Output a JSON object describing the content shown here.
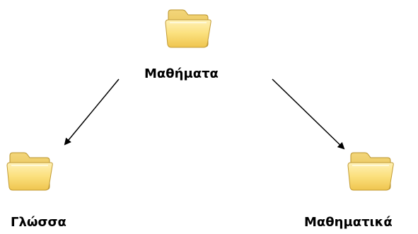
{
  "diagram": {
    "nodes": {
      "root": {
        "label": "Μαθήματα",
        "icon": "folder-icon"
      },
      "left": {
        "label": "Γλώσσα",
        "icon": "folder-icon"
      },
      "right": {
        "label": "Μαθηματικά",
        "icon": "folder-icon"
      }
    },
    "edges": [
      {
        "from": "root",
        "to": "left"
      },
      {
        "from": "root",
        "to": "right"
      }
    ]
  }
}
